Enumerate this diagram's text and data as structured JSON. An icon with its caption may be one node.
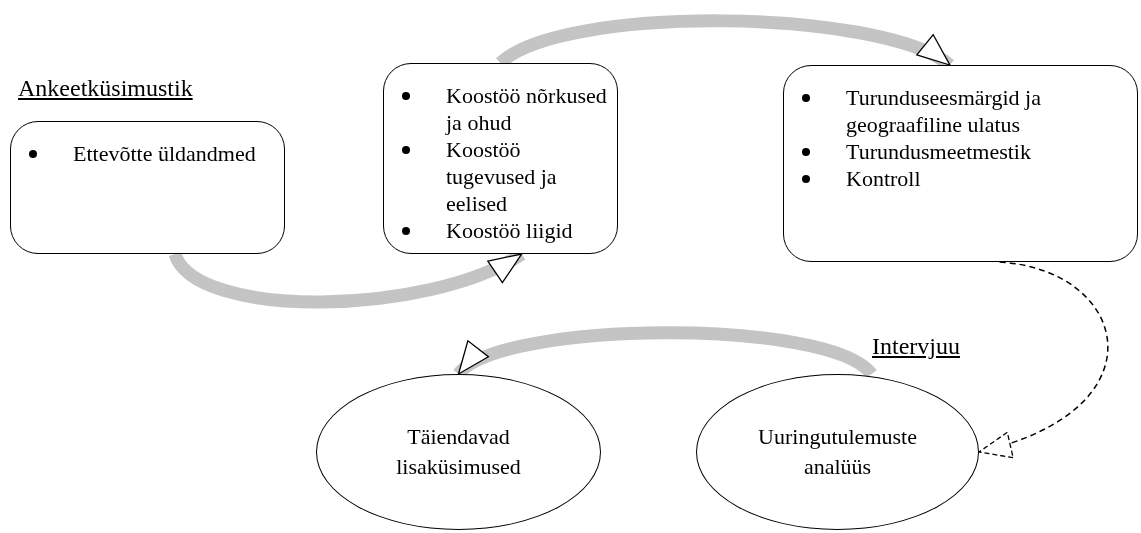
{
  "diagram": {
    "nodes": [
      {
        "text": [
          "Ettevõtte üldandmed"
        ],
        "beside": [
          "Ankeetküsimustik"
        ]
      },
      {
        "text": [
          "Koostöö nõrkused ja ohud",
          "Koostöö tugevused ja eelised",
          "Koostöö liigid"
        ]
      },
      {
        "text": [
          "Turunduseesmärgid ja geograafiline ulatus",
          "Turundusmeetmestik",
          "Kontroll"
        ]
      },
      {
        "text": [
          "Täiendavad lisaküsimused"
        ]
      },
      {
        "text": [
          "Uuringutulemuste analüüs"
        ],
        "beside": [
          "Intervjuu"
        ]
      }
    ],
    "edges": [
      {
        "from": 0,
        "to": 1,
        "arrow": "to"
      },
      {
        "from": 1,
        "to": 2,
        "arrow": "to"
      },
      {
        "from": 2,
        "to": 4,
        "arrow": "to",
        "style": "dashed",
        "color": "#000000"
      },
      {
        "from": 4,
        "to": 3,
        "arrow": "to"
      }
    ]
  }
}
